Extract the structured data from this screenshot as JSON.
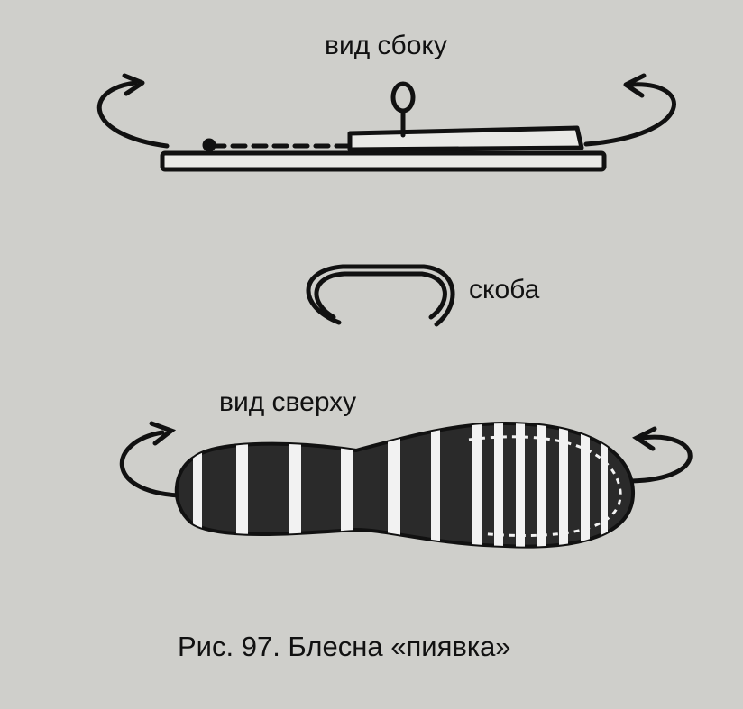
{
  "labels": {
    "side_view": "вид сбоку",
    "bracket": "скоба",
    "top_view": "вид сверху"
  },
  "caption": "Рис. 97. Блесна «пиявка»",
  "colors": {
    "background": "#cfcfcb",
    "ink": "#111111",
    "body_fill": "#2a2a2a",
    "stripe": "#f2f2f2"
  }
}
